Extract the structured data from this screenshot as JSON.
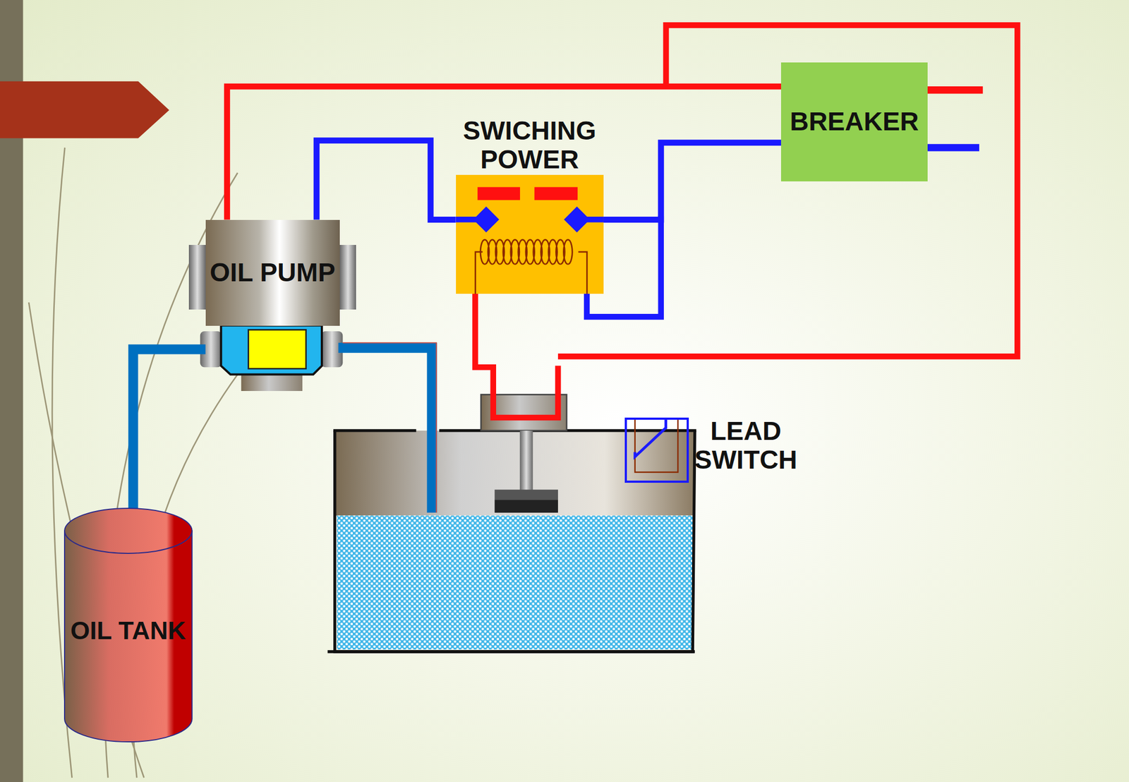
{
  "diagram": {
    "nodes": [
      {
        "text": [
          "SWICHING POWER"
        ]
      },
      {
        "text": [
          "BREAKER"
        ]
      },
      {
        "text": [
          "OIL PUMP"
        ]
      },
      {
        "text": [
          "LEAD SWITCH"
        ]
      },
      {
        "text": [
          "OIL TANK"
        ]
      }
    ],
    "edges": [
      {
        "from": 2,
        "to": 1,
        "arrow": "none"
      },
      {
        "from": 2,
        "to": 0,
        "arrow": "none"
      },
      {
        "from": 0,
        "to": 1,
        "arrow": "none"
      },
      {
        "from": 4,
        "to": 2,
        "arrow": "none"
      }
    ]
  }
}
